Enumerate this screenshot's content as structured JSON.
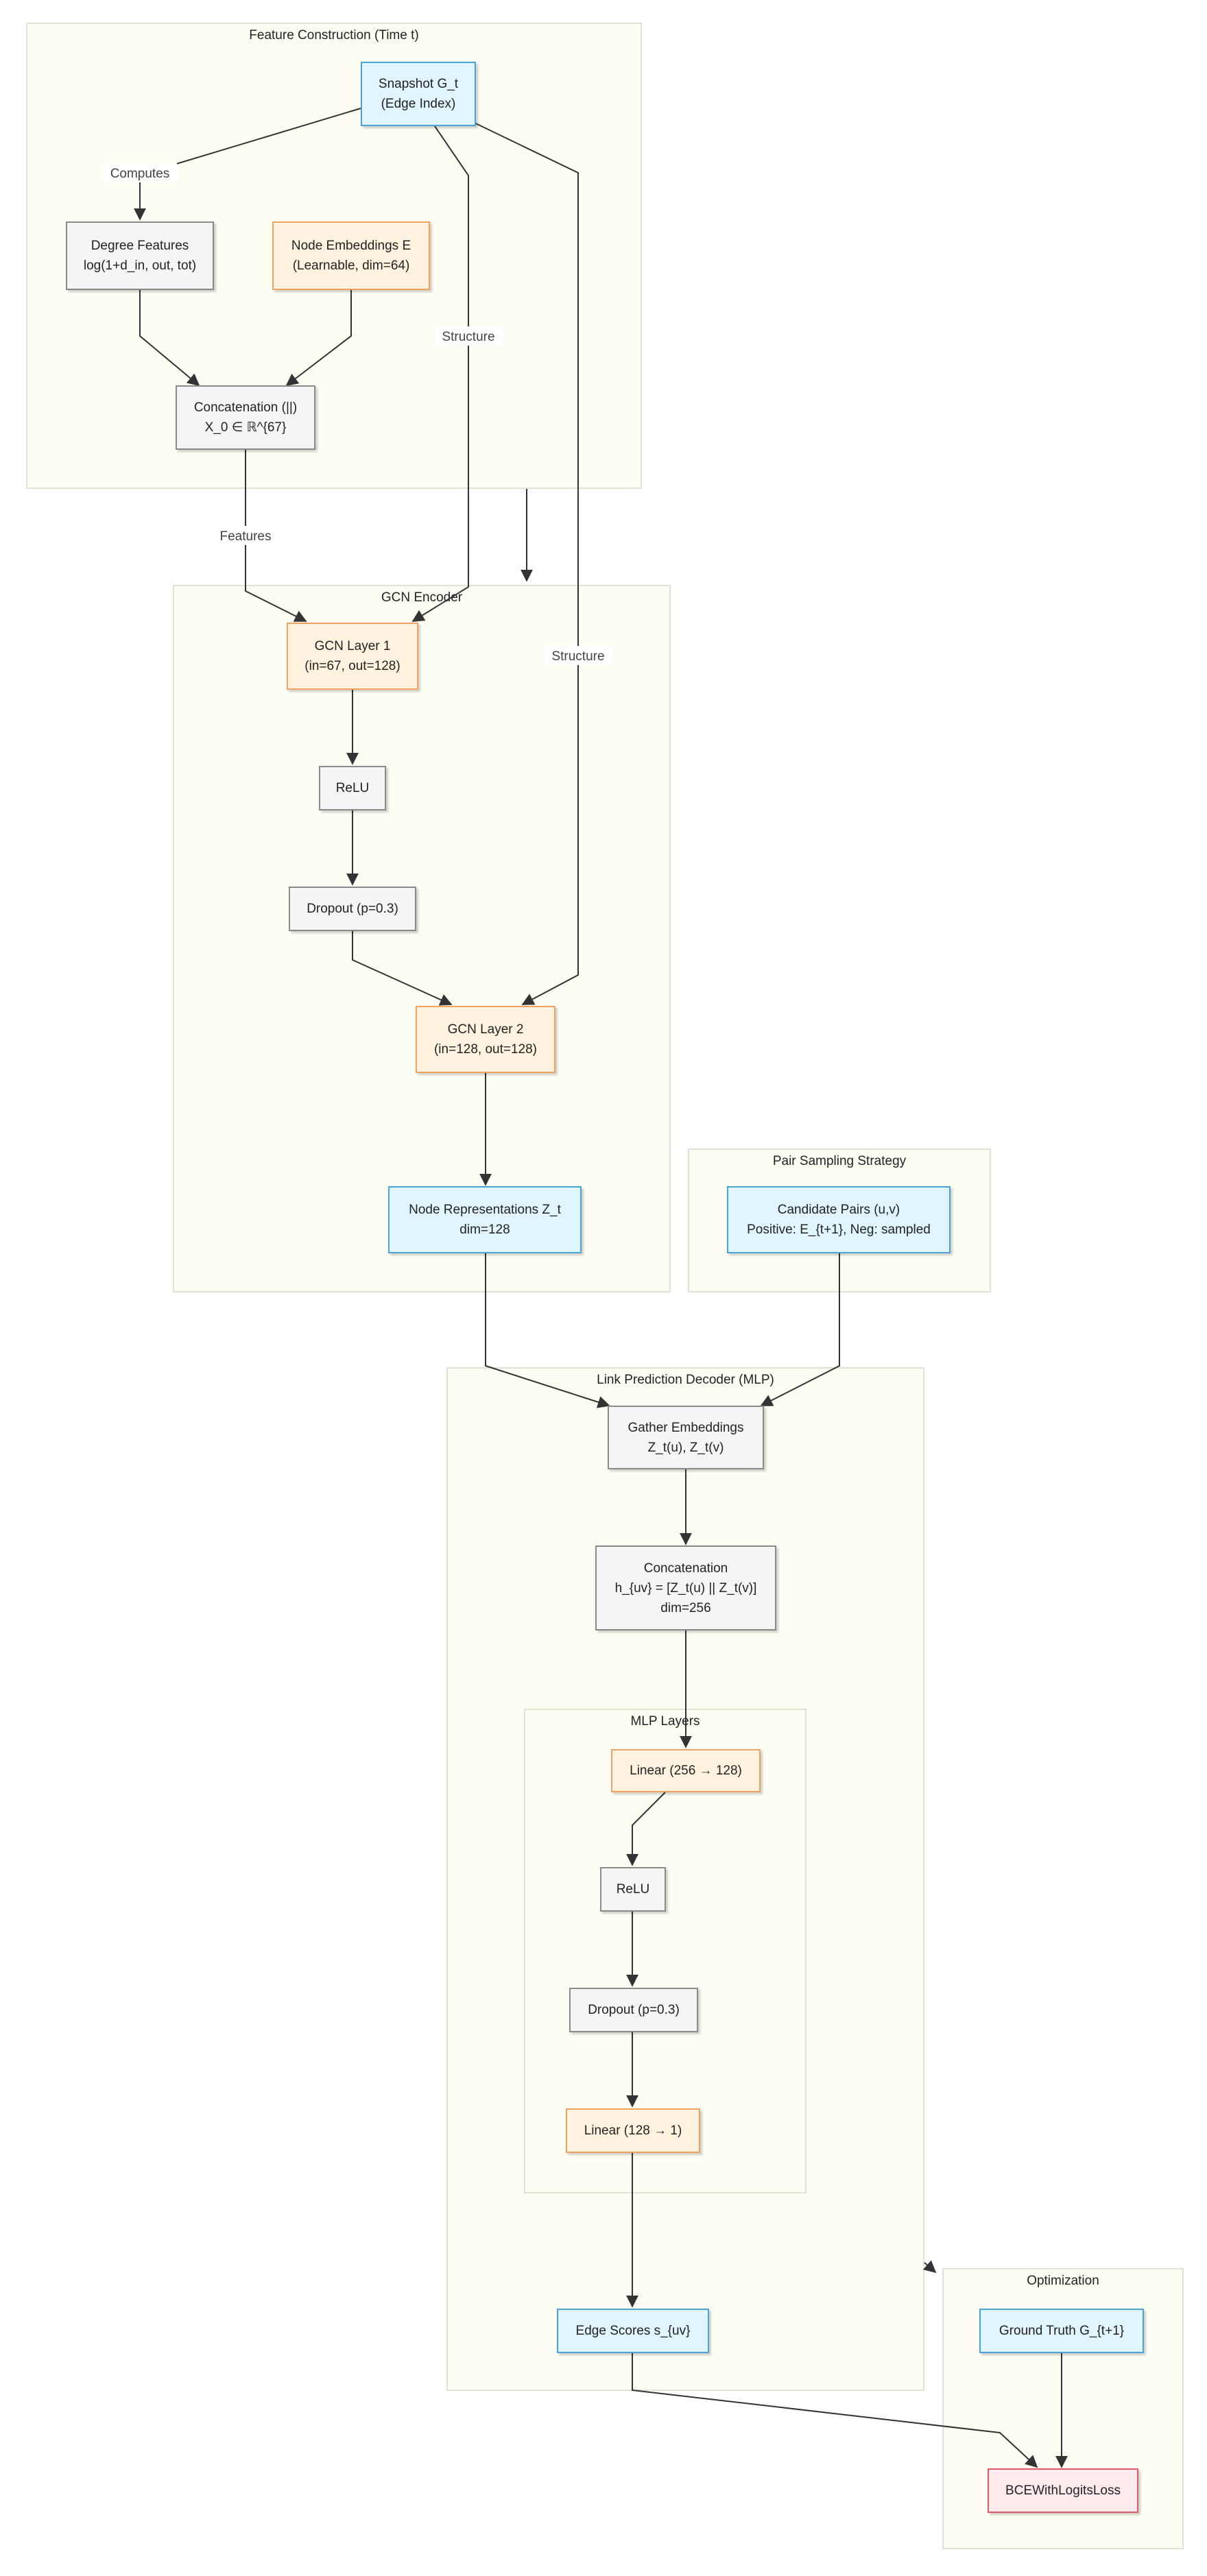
{
  "clusters": {
    "feature": "Feature Construction (Time t)",
    "gcn": "GCN Encoder",
    "pair": "Pair Sampling Strategy",
    "decoder": "Link Prediction Decoder (MLP)",
    "mlp": "MLP Layers",
    "opt": "Optimization"
  },
  "nodes": {
    "snapshot": {
      "l1": "Snapshot G_t",
      "l2": "(Edge Index)"
    },
    "degree": {
      "l1": "Degree Features",
      "l2": "log(1+d_in, out, tot)"
    },
    "embed": {
      "l1": "Node Embeddings E",
      "l2": "(Learnable, dim=64)"
    },
    "concat0": {
      "l1": "Concatenation (||)",
      "l2": "X_0 ∈ ℝ^{67}"
    },
    "gcn1": {
      "l1": "GCN Layer 1",
      "l2": "(in=67, out=128)"
    },
    "relu1": {
      "l1": "ReLU"
    },
    "drop1": {
      "l1": "Dropout (p=0.3)"
    },
    "gcn2": {
      "l1": "GCN Layer 2",
      "l2": "(in=128, out=128)"
    },
    "noderep": {
      "l1": "Node Representations Z_t",
      "l2": "dim=128"
    },
    "candidates": {
      "l1": "Candidate Pairs (u,v)",
      "l2": "Positive: E_{t+1}, Neg: sampled"
    },
    "gather": {
      "l1": "Gather Embeddings",
      "l2": "Z_t(u), Z_t(v)"
    },
    "concat1": {
      "l1": "Concatenation",
      "l2": "h_{uv} = [Z_t(u) || Z_t(v)]",
      "l3": "dim=256"
    },
    "lin1": {
      "l1": "Linear (256 → 128)"
    },
    "relu2": {
      "l1": "ReLU"
    },
    "drop2": {
      "l1": "Dropout (p=0.3)"
    },
    "lin2": {
      "l1": "Linear (128 → 1)"
    },
    "scores": {
      "l1": "Edge Scores s_{uv}"
    },
    "truth": {
      "l1": "Ground Truth G_{t+1}"
    },
    "loss": {
      "l1": "BCEWithLogitsLoss"
    }
  },
  "edge_labels": {
    "computes": "Computes",
    "structure": "Structure",
    "features": "Features"
  },
  "colors": {
    "data_fill": "#e1f5fe",
    "data_border": "#4aa3d8",
    "param_fill": "#fff3e0",
    "param_border": "#f0a360",
    "op_fill": "#f5f5f5",
    "op_border": "#8a8a8a",
    "loss_fill": "#ffebee",
    "loss_border": "#e05a6a",
    "cluster_fill": "#fdfdf3",
    "cluster_border": "#e2e2d4"
  }
}
